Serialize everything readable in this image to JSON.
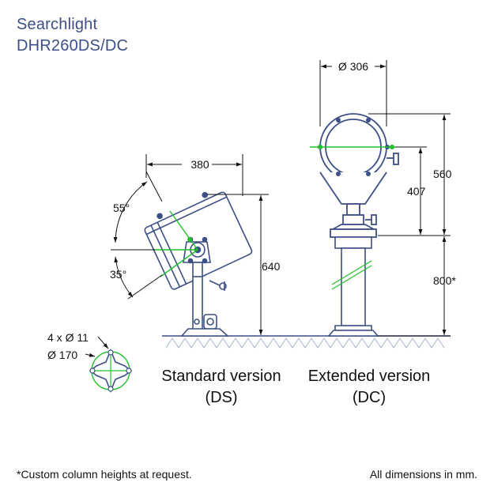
{
  "header": {
    "title": "Searchlight",
    "model": "DHR260DS/DC"
  },
  "dimensions": {
    "standard_width": "380",
    "standard_height": "640",
    "angle_up": "55°",
    "angle_down": "35°",
    "extended_diameter": "Ø 306",
    "extended_total": "560",
    "extended_lamp": "407",
    "extended_column": "800*"
  },
  "base": {
    "holes": "4 x Ø 11",
    "bolt_circle": "Ø 170"
  },
  "captions": {
    "standard_line1": "Standard version",
    "standard_line2": "(DS)",
    "extended_line1": "Extended version",
    "extended_line2": "(DC)"
  },
  "footer": {
    "left_note": "*Custom column heights at request.",
    "right_note": "All dimensions in mm."
  },
  "colors": {
    "outline": "#3d4f86",
    "accent": "#22c02a",
    "title": "#3d4f86"
  }
}
